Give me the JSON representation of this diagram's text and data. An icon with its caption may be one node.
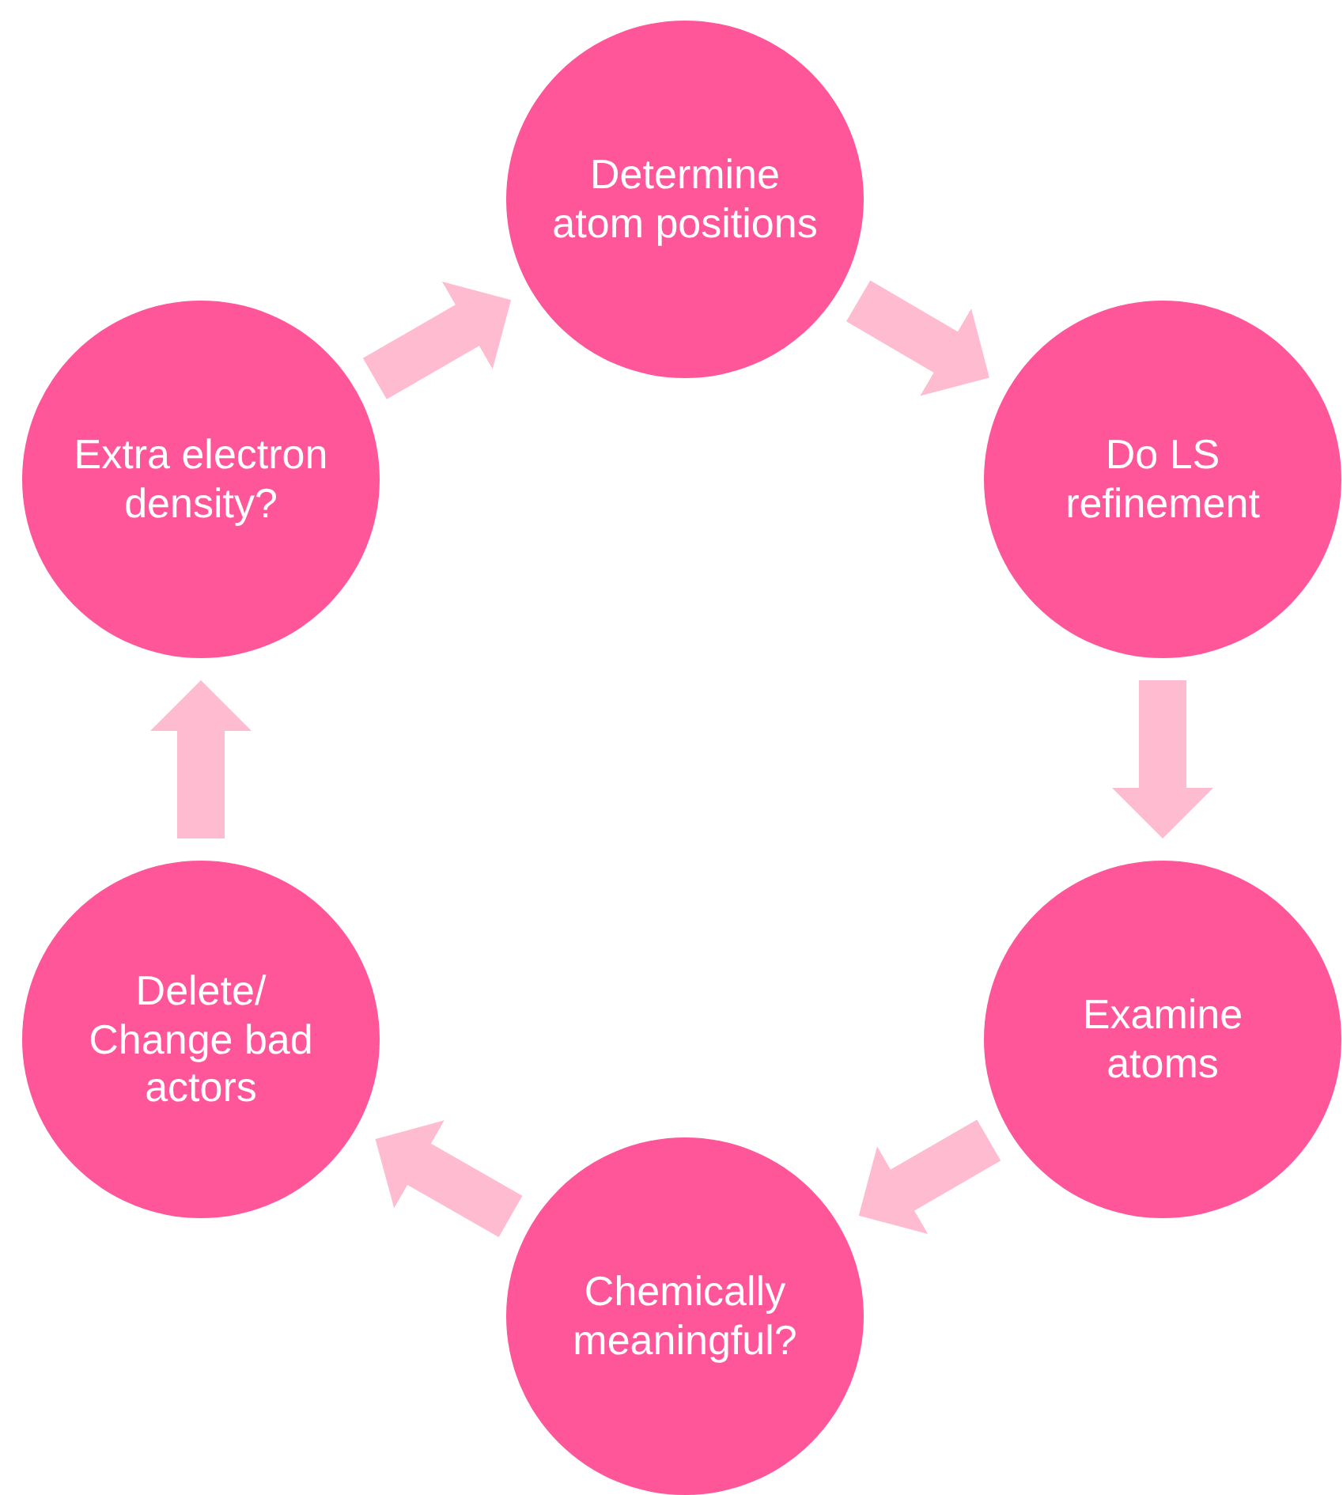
{
  "diagram": {
    "nodes": [
      {
        "text": [
          "Determine atom positions"
        ]
      },
      {
        "text": [
          "Do LS refinement"
        ]
      },
      {
        "text": [
          "Examine atoms"
        ]
      },
      {
        "text": [
          "Chemically meaningful?"
        ]
      },
      {
        "text": [
          "Delete/ Change bad actors"
        ]
      },
      {
        "text": [
          "Extra electron density?"
        ]
      }
    ],
    "edges": [
      {
        "from": 0,
        "to": 1,
        "arrow": "to"
      },
      {
        "from": 1,
        "to": 2,
        "arrow": "to"
      },
      {
        "from": 2,
        "to": 3,
        "arrow": "to"
      },
      {
        "from": 3,
        "to": 4,
        "arrow": "to"
      },
      {
        "from": 4,
        "to": 5,
        "arrow": "to"
      },
      {
        "from": 5,
        "to": 0,
        "arrow": "to"
      }
    ]
  }
}
